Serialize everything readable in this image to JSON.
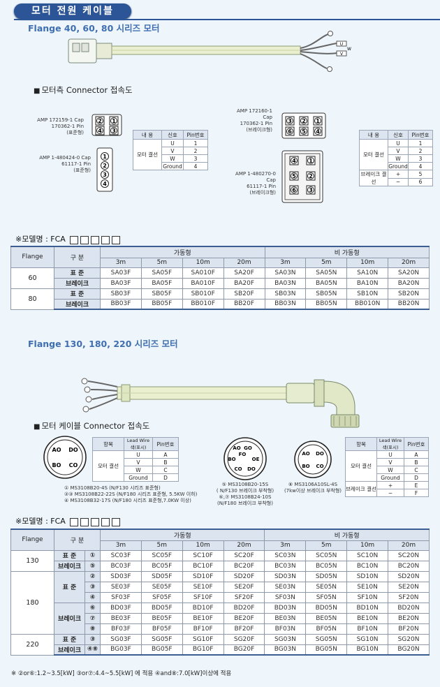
{
  "title": "모터 전원 케이블",
  "section1": {
    "title": "Flange 40, 60, 80 시리즈 모터",
    "cable_wire_labels": [
      "U",
      "V",
      "W"
    ],
    "connector_title": "모터측 Connector 접속도",
    "std_notes": {
      "top": [
        "AMP 172159-1 Cap",
        "170362-1 Pin",
        "(표준형)"
      ],
      "bottom": [
        "AMP 1-480424-0 Cap",
        "61117-1 Pin",
        "(표준형)"
      ]
    },
    "std_pins_top": [
      "2",
      "1",
      "4",
      "3"
    ],
    "std_pins_bottom": [
      "1",
      "2",
      "3",
      "4"
    ],
    "brk_notes": {
      "top": [
        "AMP 172160-1",
        "Cap",
        "170362-1 Pin",
        "(브레이크형)"
      ],
      "bottom": [
        "AMP 1-480270-0",
        "Cap",
        "61117-1 Pin",
        "(브레이크형)"
      ]
    },
    "brk_pins_top": [
      "3",
      "2",
      "1",
      "6",
      "5",
      "4"
    ],
    "brk_pins_bottom": [
      "1",
      "2",
      "3",
      "4",
      "5",
      "6"
    ],
    "pin_header": [
      "내 용",
      "신호",
      "Pin번호"
    ],
    "pin_group_motor": "모터 결선",
    "pin_group_brake": "브레이크 결선",
    "pin_rows_std": [
      [
        "U",
        "1"
      ],
      [
        "V",
        "2"
      ],
      [
        "W",
        "3"
      ],
      [
        "Ground",
        "4"
      ]
    ],
    "pin_rows_brk": [
      [
        "U",
        "1"
      ],
      [
        "V",
        "2"
      ],
      [
        "W",
        "3"
      ],
      [
        "Ground",
        "4"
      ],
      [
        "+",
        "5"
      ],
      [
        "−",
        "6"
      ]
    ]
  },
  "model1": {
    "label": "※모델명 : FCA",
    "h_flange": "Flange",
    "h_div": "구 분",
    "h_movable": "가동형",
    "h_fixed": "비 가동형",
    "lengths": [
      "3m",
      "5m",
      "10m",
      "20m",
      "3m",
      "5m",
      "10m",
      "20m"
    ],
    "rows": [
      {
        "flange": "60",
        "type": "표 준",
        "codes": [
          "SA03F",
          "SA05F",
          "SA010F",
          "SA20F",
          "SA03N",
          "SA05N",
          "SA10N",
          "SA20N"
        ]
      },
      {
        "flange": "",
        "type": "브레이크",
        "codes": [
          "BA03F",
          "BA05F",
          "BA010F",
          "BA20F",
          "BA03N",
          "BA05N",
          "BA10N",
          "BA20N"
        ]
      },
      {
        "flange": "80",
        "type": "표 준",
        "codes": [
          "SB03F",
          "SB05F",
          "SB010F",
          "SB20F",
          "SB03N",
          "SB05N",
          "SB10N",
          "SB20N"
        ]
      },
      {
        "flange": "",
        "type": "브레이크",
        "codes": [
          "BB03F",
          "BB05F",
          "BB010F",
          "BB20F",
          "BB03N",
          "BB05N",
          "BB010N",
          "BB20N"
        ]
      }
    ]
  },
  "section2": {
    "title": "Flange 130, 180, 220 시리즈 모터",
    "connector_title": "모터 케이블 Connector 접속도",
    "conn_a_pins": [
      "AO",
      "DO",
      "BO",
      "CO"
    ],
    "conn_b_pins": [
      "AO",
      "GO",
      "FO",
      "BO",
      "OE",
      "CO",
      "DO"
    ],
    "conn_c_pins": [
      "AO",
      "DO",
      "BO",
      "CO"
    ],
    "pin_header": [
      "항목",
      "Lead Wire 색(표시)",
      "Pin번호"
    ],
    "pin_group_motor": "모터 결선",
    "pin_group_brake": "브레이크 결선",
    "pin_rows_a": [
      [
        "U",
        "A"
      ],
      [
        "V",
        "B"
      ],
      [
        "W",
        "C"
      ],
      [
        "Ground",
        "D"
      ]
    ],
    "pin_rows_b": [
      [
        "U",
        "A"
      ],
      [
        "V",
        "B"
      ],
      [
        "W",
        "C"
      ],
      [
        "Ground",
        "D"
      ],
      [
        "+",
        "E"
      ],
      [
        "−",
        "F"
      ]
    ],
    "notes_a": [
      "① MS3108B20-4S (N/F130 시리즈 표준형)",
      "②③ MS3108B22-22S (N/F180 시리즈 표준형, 5.5KW 이하)",
      "④ MS3108B32-17S (N/F180 시리즈 표준형,7.0KW 이상)"
    ],
    "notes_b": [
      "⑤ MS3108B20-15S",
      "( N/F130 브레이크 부착형)",
      "⑥,⑦ MS3108B24-10S",
      "(N/F180 브레이크 부착형)"
    ],
    "notes_c": [
      "⑧ MS3106A10SL-4S",
      "(7kw이상 브레이크 부착형)"
    ]
  },
  "model2": {
    "label": "※모델명 : FCA",
    "h_flange": "Flange",
    "h_div": "구 분",
    "h_movable": "가동형",
    "h_fixed": "비 가동형",
    "lengths": [
      "3m",
      "5m",
      "10m",
      "20m",
      "3m",
      "5m",
      "10m",
      "20m"
    ],
    "rows": [
      {
        "flange": "130",
        "type": "표 준",
        "no": "①",
        "codes": [
          "SC03F",
          "SC05F",
          "SC10F",
          "SC20F",
          "SC03N",
          "SC05N",
          "SC10N",
          "SC20N"
        ]
      },
      {
        "flange": "",
        "type": "브레이크",
        "no": "⑤",
        "codes": [
          "BC03F",
          "BC05F",
          "BC10F",
          "BC20F",
          "BC03N",
          "BC05N",
          "BC10N",
          "BC20N"
        ]
      },
      {
        "flange": "180",
        "type": "표 준",
        "no": "②",
        "codes": [
          "SD03F",
          "SD05F",
          "SD10F",
          "SD20F",
          "SD03N",
          "SD05N",
          "SD10N",
          "SD20N"
        ]
      },
      {
        "flange": "",
        "type": "",
        "no": "③",
        "codes": [
          "SE03F",
          "SE05F",
          "SE10F",
          "SE20F",
          "SE03N",
          "SE05N",
          "SE10N",
          "SE20N"
        ]
      },
      {
        "flange": "",
        "type": "",
        "no": "④",
        "codes": [
          "SF03F",
          "SF05F",
          "SF10F",
          "SF20F",
          "SF03N",
          "SF05N",
          "SF10N",
          "SF20N"
        ]
      },
      {
        "flange": "",
        "type": "브레이크",
        "no": "⑥",
        "codes": [
          "BD03F",
          "BD05F",
          "BD10F",
          "BD20F",
          "BD03N",
          "BD05N",
          "BD10N",
          "BD20N"
        ]
      },
      {
        "flange": "",
        "type": "",
        "no": "⑦",
        "codes": [
          "BE03F",
          "BE05F",
          "BE10F",
          "BE20F",
          "BE03N",
          "BE05N",
          "BE10N",
          "BE20N"
        ]
      },
      {
        "flange": "",
        "type": "",
        "no": "⑧",
        "codes": [
          "BF03F",
          "BF05F",
          "BF10F",
          "BF20F",
          "BF03N",
          "BF05N",
          "BF10N",
          "BF20N"
        ]
      },
      {
        "flange": "220",
        "type": "표 준",
        "no": "③",
        "codes": [
          "SG03F",
          "SG05F",
          "SG10F",
          "SG20F",
          "SG03N",
          "SG05N",
          "SG10N",
          "SG20N"
        ]
      },
      {
        "flange": "",
        "type": "브레이크",
        "no": "④⑧",
        "codes": [
          "BG03F",
          "BG05F",
          "BG10F",
          "BG20F",
          "BG03N",
          "BG05N",
          "BG10N",
          "BG20N"
        ]
      }
    ]
  },
  "footnote": "※ ②or⑥:1.2~3.5[kW]  ③or⑦:4.4~5.5[kW] 에 적용  ④and⑧:7.0[kW]이상에 적용"
}
